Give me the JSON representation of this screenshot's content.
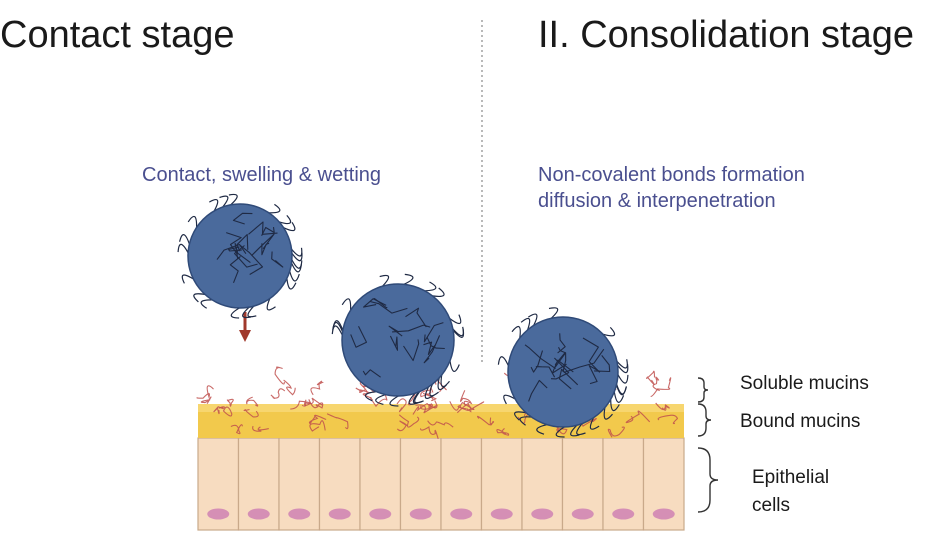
{
  "titles": {
    "left": "Contact stage",
    "right": "II. Consolidation stage"
  },
  "captions": {
    "left": "Contact, swelling & wetting",
    "right_line1": "Non-covalent bonds formation",
    "right_line2": "diffusion & interpenetration"
  },
  "labels": {
    "soluble": "Soluble mucins",
    "bound": "Bound mucins",
    "epithelial_line1": "Epithelial",
    "epithelial_line2": "cells"
  },
  "colors": {
    "particle": "#4a6a9c",
    "particle_edge": "#2f4a78",
    "polymer_strand": "#1f2a44",
    "mucin_soluble": "#c0504d",
    "mucin_layer": "#f2c94c",
    "cell_fill": "#f7dcc0",
    "cell_border": "#c9a98a",
    "nucleus": "#d58fb5",
    "arrow": "#a0392c",
    "caption_text": "#4a4f8f"
  }
}
